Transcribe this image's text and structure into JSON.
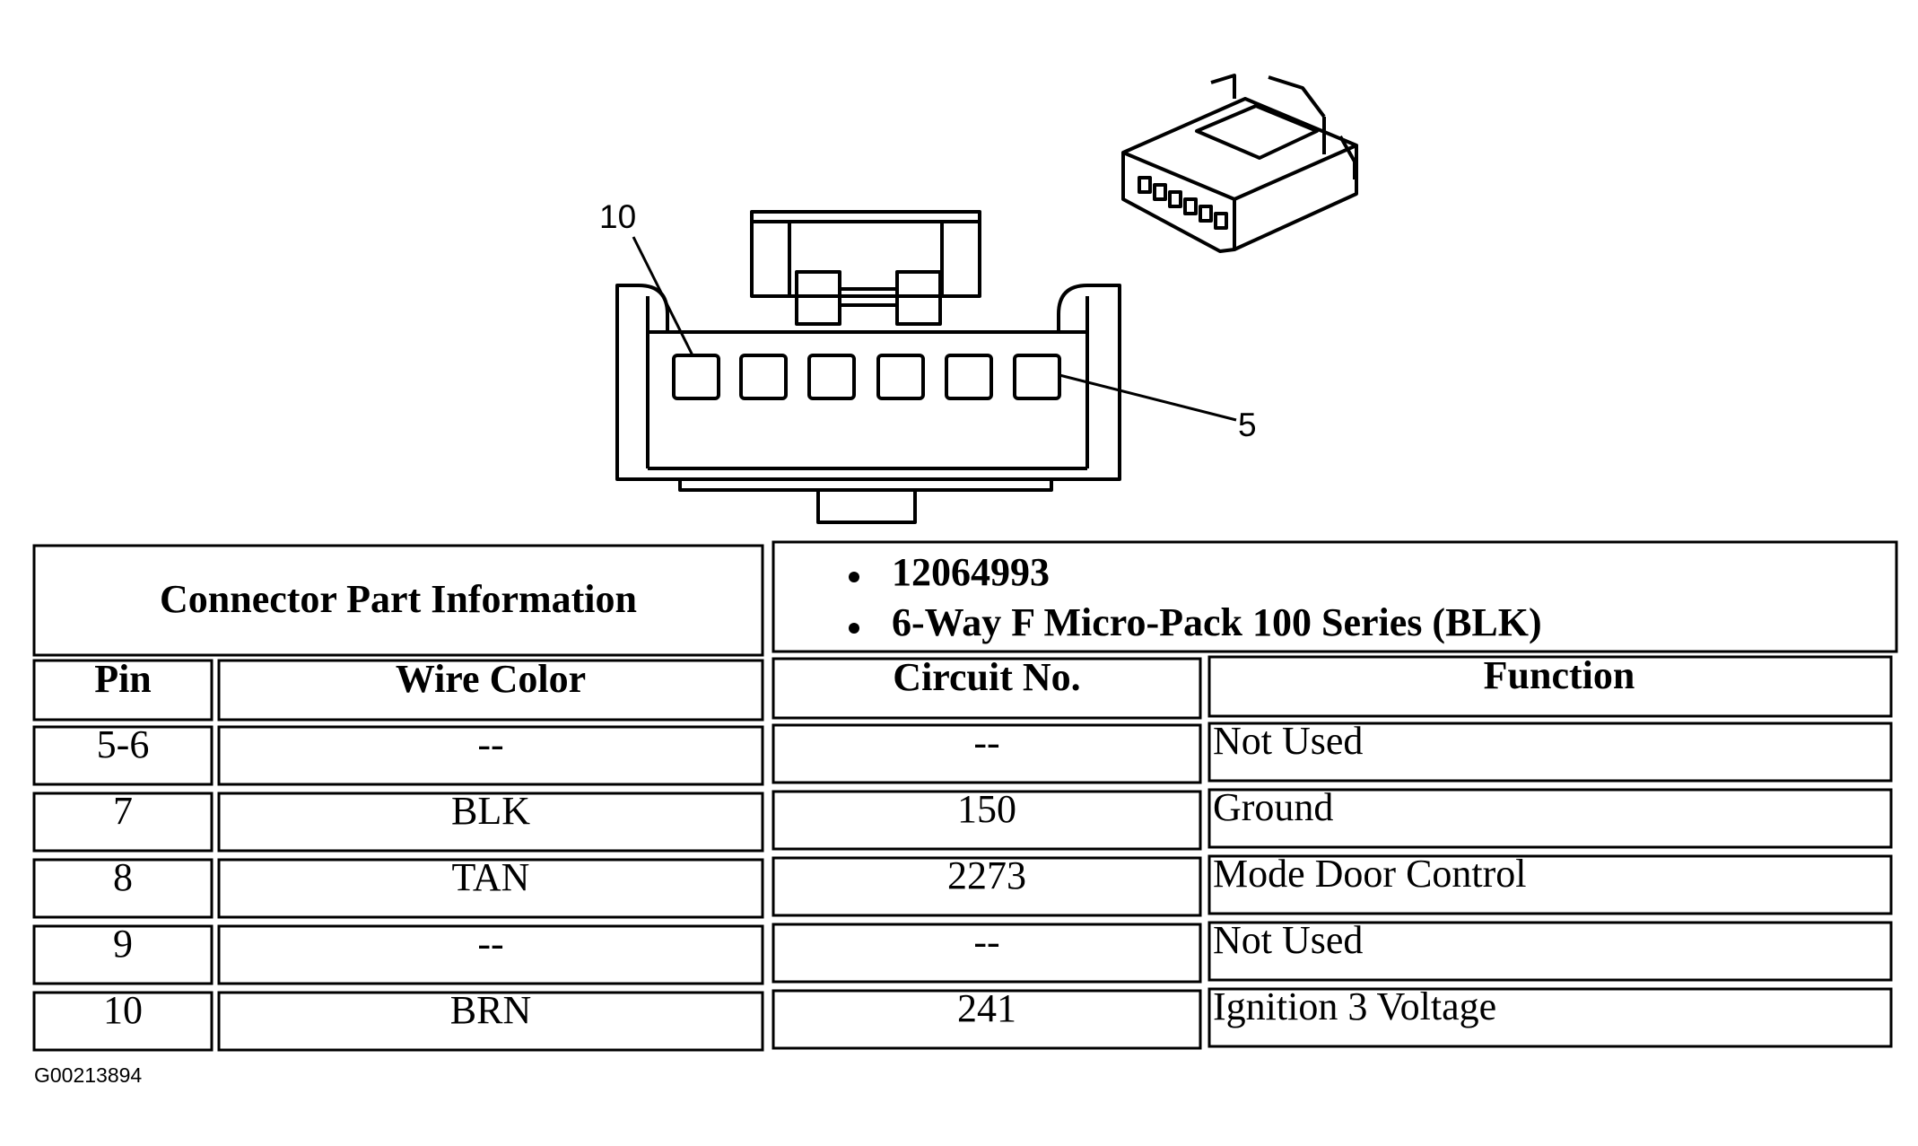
{
  "diagram": {
    "pin_labels": {
      "first": "10",
      "last": "5"
    },
    "figure_id": "G00213894"
  },
  "info": {
    "label": "Connector Part Information",
    "items": [
      "12064993",
      "6-Way F Micro-Pack 100 Series (BLK)"
    ]
  },
  "table": {
    "headers": [
      "Pin",
      "Wire Color",
      "Circuit No.",
      "Function"
    ],
    "rows": [
      [
        "5-6",
        "--",
        "--",
        "Not Used"
      ],
      [
        "7",
        "BLK",
        "150",
        "Ground"
      ],
      [
        "8",
        "TAN",
        "2273",
        "Mode Door Control"
      ],
      [
        "9",
        "--",
        "--",
        "Not Used"
      ],
      [
        "10",
        "BRN",
        "241",
        "Ignition 3 Voltage"
      ]
    ]
  }
}
